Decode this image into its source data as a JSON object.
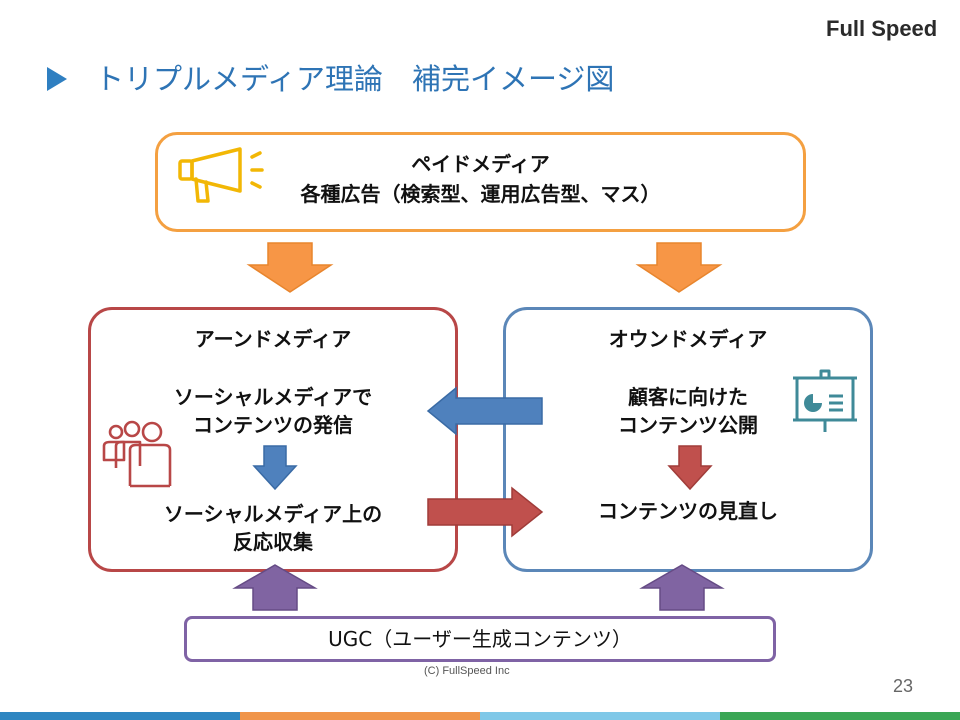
{
  "logo": "Full Speed",
  "slide_title": "トリプルメディア理論　補完イメージ図",
  "paid_media": {
    "title": "ペイドメディア",
    "subtitle": "各種広告（検索型、運用広告型、マス）",
    "icon": "megaphone-icon",
    "border_color": "#f4a041"
  },
  "earned_media": {
    "title": "アーンドメディア",
    "item1": [
      "ソーシャルメディアで",
      "コンテンツの発信"
    ],
    "item2": [
      "ソーシャルメディア上の",
      "反応収集"
    ],
    "icon": "people-icon",
    "border_color": "#b84747"
  },
  "owned_media": {
    "title": "オウンドメディア",
    "item1": [
      "顧客に向けた",
      "コンテンツ公開"
    ],
    "item2": "コンテンツの見直し",
    "icon": "presentation-board-icon",
    "border_color": "#5b87b8"
  },
  "ugc": {
    "label": "UGC（ユーザー生成コンテンツ）",
    "border_color": "#7f63a5"
  },
  "footer": "(C) FullSpeed Inc",
  "page_number": "23",
  "colors": {
    "title_blue": "#2e74b5",
    "arrow_orange": "#f79646",
    "arrow_blue": "#4f81bd",
    "arrow_red": "#c0504d",
    "arrow_purple": "#8064a2"
  }
}
